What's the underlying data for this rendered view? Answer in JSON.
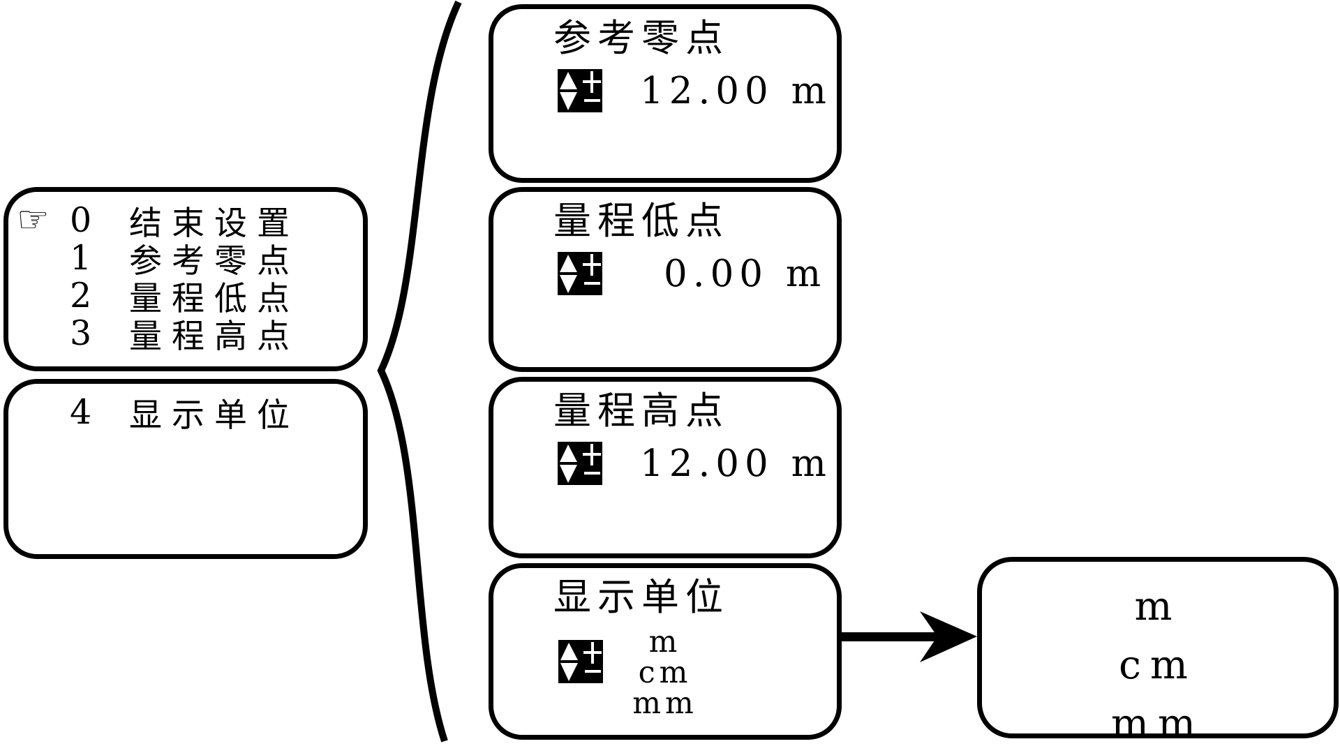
{
  "icons": {
    "pointing_hand": "☞",
    "adjust_icon_name": "up-down-plus-minus"
  },
  "left_panel": {
    "box1": {
      "items": [
        {
          "num": "0",
          "label": "结束设置"
        },
        {
          "num": "1",
          "label": "参考零点"
        },
        {
          "num": "2",
          "label": "量程低点"
        },
        {
          "num": "3",
          "label": "量程高点"
        }
      ]
    },
    "box2": {
      "items": [
        {
          "num": "4",
          "label": "显示单位"
        }
      ]
    }
  },
  "screens": [
    {
      "title": "参考零点",
      "value": "12.00 m"
    },
    {
      "title": "量程低点",
      "value": "0.00 m"
    },
    {
      "title": "量程高点",
      "value": "12.00 m"
    },
    {
      "title": "显示单位",
      "options": [
        "m",
        "cm",
        "mm"
      ]
    }
  ],
  "unit_options_box": {
    "options": [
      "m",
      "cm",
      "mm"
    ]
  }
}
